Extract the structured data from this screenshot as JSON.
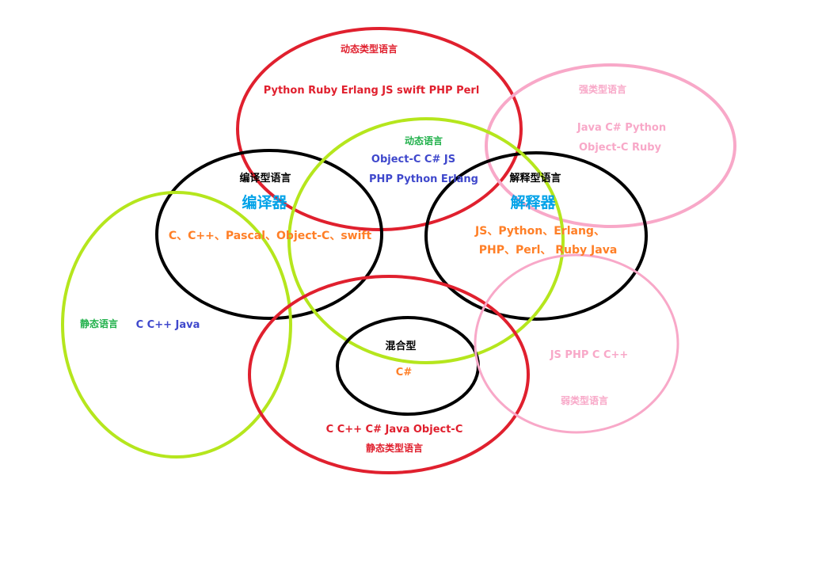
{
  "colors": {
    "red": "#e0202e",
    "green_ring": "#b5e61d",
    "black": "#000000",
    "pink": "#f8a8c8",
    "label_green": "#22b14c",
    "label_blue": "#3f48cc",
    "label_orange": "#ff7f27",
    "label_cyan": "#00a2e8",
    "label_red": "#e0202e",
    "label_pink": "#f8a8c8"
  },
  "dynamic_typed": {
    "title": "动态类型语言",
    "languages": "Python Ruby Erlang JS swift PHP Perl"
  },
  "strong_typed": {
    "title": "强类型语言",
    "languages_line1": "Java C# Python",
    "languages_line2": "Object-C Ruby"
  },
  "dynamic_language": {
    "title": "动态语言",
    "languages_line1": "Object-C C# JS",
    "languages_line2": "PHP Python Erlang"
  },
  "compiled": {
    "title": "编译型语言",
    "tool": "编译器",
    "languages": "C、C++、Pascal、Object-C、swift"
  },
  "interpreted": {
    "title": "解释型语言",
    "tool": "解释器",
    "languages_line1": "JS、Python、Erlang、",
    "languages_line2": "PHP、Perl、 Ruby  Java"
  },
  "static_language": {
    "title": "静态语言",
    "languages": "C C++ Java"
  },
  "hybrid": {
    "title": "混合型",
    "languages": "C#"
  },
  "weak_typed": {
    "languages": "JS PHP C C++",
    "title": "弱类型语言"
  },
  "static_typed": {
    "languages": "C C++ C# Java Object-C",
    "title": "静态类型语言"
  }
}
